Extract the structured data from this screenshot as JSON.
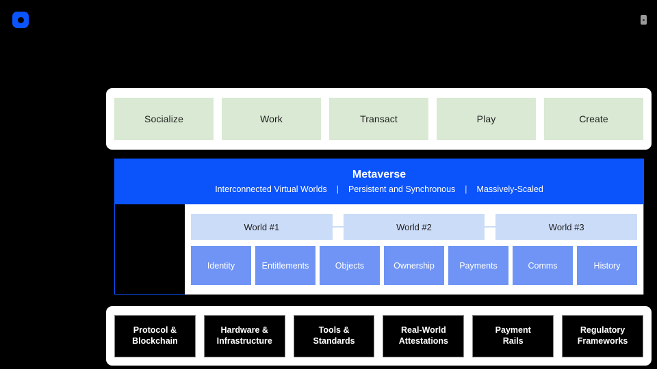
{
  "chrome": {
    "logo_icon": "app-logo-icon",
    "status_icon": "battery-icon"
  },
  "activities": {
    "items": [
      {
        "label": "Socialize"
      },
      {
        "label": "Work"
      },
      {
        "label": "Transact"
      },
      {
        "label": "Play"
      },
      {
        "label": "Create"
      }
    ]
  },
  "metaverse": {
    "title": "Metaverse",
    "attributes": [
      "Interconnected Virtual Worlds",
      "Persistent and Synchronous",
      "Massively-Scaled"
    ],
    "separator": "|"
  },
  "worlds": {
    "items": [
      {
        "label": "World #1"
      },
      {
        "label": "World #2"
      },
      {
        "label": "World #3"
      }
    ]
  },
  "primitives": {
    "items": [
      {
        "label": "Identity"
      },
      {
        "label": "Entitlements"
      },
      {
        "label": "Objects"
      },
      {
        "label": "Ownership"
      },
      {
        "label": "Payments"
      },
      {
        "label": "Comms"
      },
      {
        "label": "History"
      }
    ]
  },
  "foundations": {
    "items": [
      {
        "line1": "Protocol &",
        "line2": "Blockchain"
      },
      {
        "line1": "Hardware &",
        "line2": "Infrastructure"
      },
      {
        "line1": "Tools &",
        "line2": "Standards"
      },
      {
        "line1": "Real-World",
        "line2": "Attestations"
      },
      {
        "line1": "Payment",
        "line2": "Rails"
      },
      {
        "line1": "Regulatory",
        "line2": "Frameworks"
      }
    ]
  },
  "colors": {
    "background": "#000000",
    "panel": "#ffffff",
    "activity": "#d9e9d3",
    "metaverse": "#0b53fb",
    "world": "#cbdcf8",
    "primitive": "#6f94f5",
    "foundation_border": "#8a8a8a"
  }
}
